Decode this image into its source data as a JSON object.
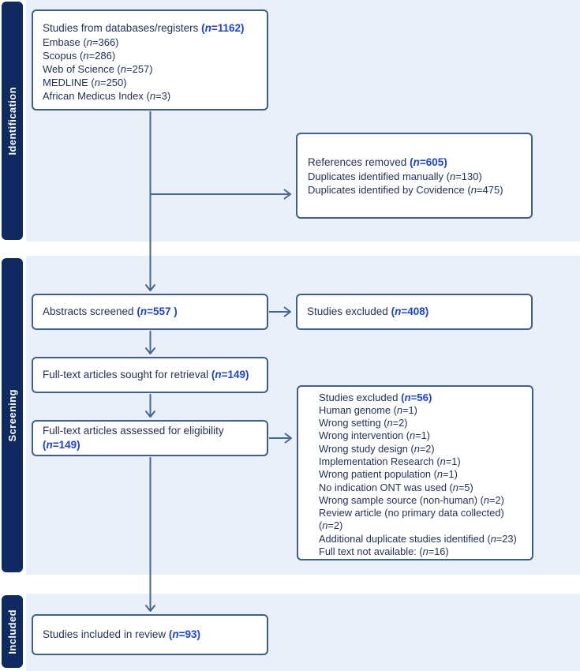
{
  "sidebar": {
    "identification_label": "Identification",
    "screening_label": "Screening",
    "included_label": "Included"
  },
  "colors": {
    "band_background": "#e9f0fa",
    "sidebar_bar": "#0f2a5f",
    "box_border": "#3f5e8c",
    "body_text": "#243255",
    "count_accent": "#1c43cf",
    "arrow": "#466590"
  },
  "boxes": {
    "databases": {
      "title": "Studies from databases/registers (n=1162)",
      "lines": [
        "Embase (n=366)",
        "Scopus (n=286)",
        "Web of Science (n=257)",
        "MEDLINE (n=250)",
        "African Medicus Index (n=3)"
      ]
    },
    "references_removed": {
      "title": "References removed (n=605)",
      "lines": [
        "Duplicates identified manually (n=130)",
        "Duplicates identified by Covidence (n=475)"
      ]
    },
    "abstracts_screened": {
      "title": "Abstracts screened (n=557 )"
    },
    "studies_excluded_screening": {
      "title": "Studies excluded (n=408)"
    },
    "fulltext_sought": {
      "title": "Full-text articles sought for retrieval (n=149)"
    },
    "fulltext_assessed": {
      "title": "Full-text articles assessed for eligibility (n=149)"
    },
    "studies_excluded_eligibility": {
      "title": "Studies excluded (n=56)",
      "lines": [
        "Human genome (n=1)",
        "Wrong setting (n=2)",
        "Wrong intervention (n=1)",
        "Wrong study design (n=2)",
        "Implementation Research (n=1)",
        "Wrong patient population (n=1)",
        "No indication ONT was used (n=5)",
        "Wrong sample source (non-human) (n=2)",
        "Review article (no primary data collected) (n=2)",
        "Additional duplicate studies identified (n=23)",
        "Full text not available: (n=16)"
      ]
    },
    "included_review": {
      "title": "Studies included in review (n=93)"
    }
  }
}
